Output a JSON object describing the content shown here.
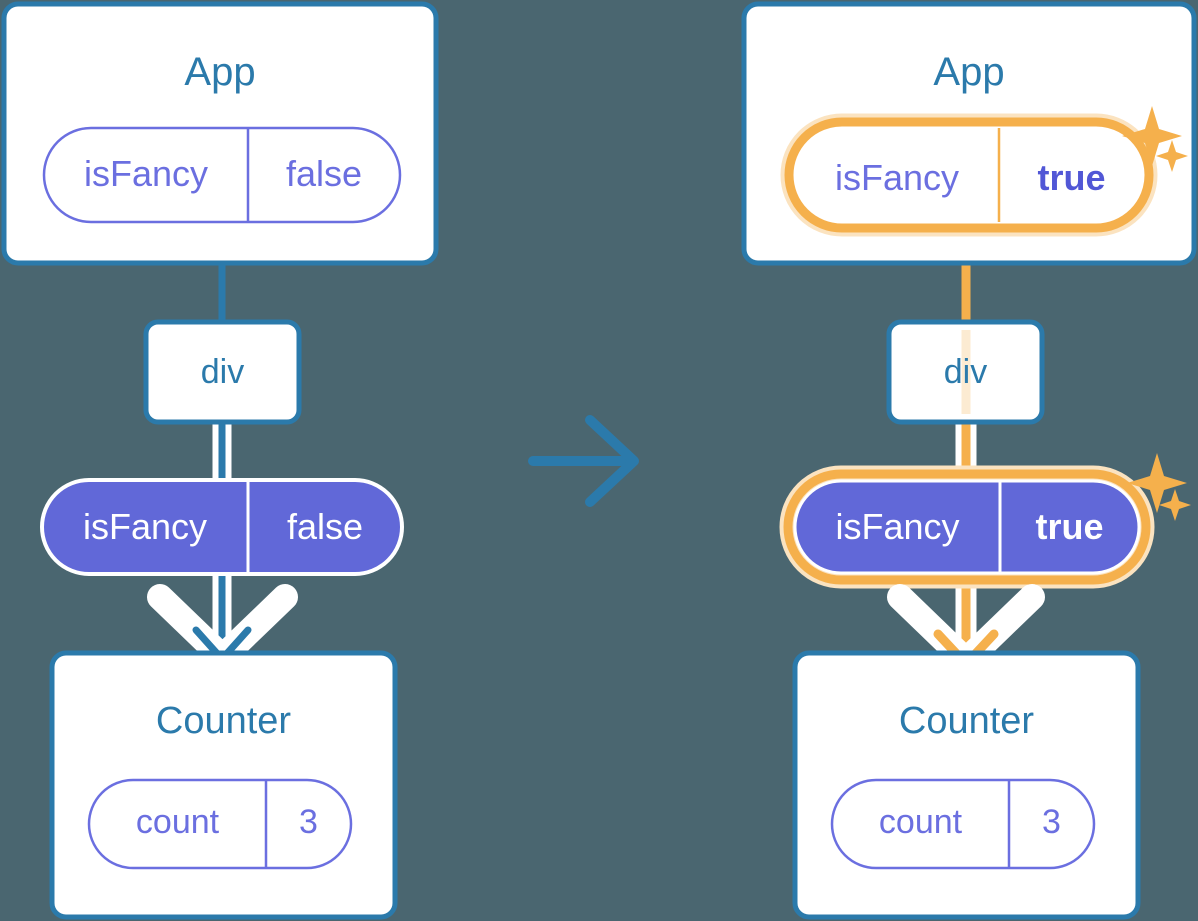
{
  "meta": {
    "title": "React state propagation diagram: isFancy false to true",
    "background_color": "#4A6670",
    "colors": {
      "card_border": "#2B7AAB",
      "card_fill": "#FFFFFF",
      "heading_text": "#2B7AAB",
      "purple_fill": "#6168D8",
      "purple_stroke": "#6168D8",
      "pale_purple_text": "#6B6FE0",
      "white_text": "#FFFFFF",
      "highlight_orange": "#F5B04C",
      "highlight_glow": "#FBE3C0",
      "highlight_pale_line": "#FCEBD2",
      "pale_blue_line": "#CBD9EC",
      "arrow_blue": "#2B7AAB",
      "arrow_white": "#FFFFFF"
    }
  },
  "transition_arrow": {
    "icon": "arrow-right-icon",
    "color": "#2B7AAB"
  },
  "panels": [
    {
      "id": "before",
      "side": "left",
      "highlighted": false,
      "app_card": {
        "title": "App",
        "state_pill": {
          "name": "isFancy",
          "value": "false",
          "style": "outline",
          "highlighted": false,
          "value_bold": false
        }
      },
      "div_node": {
        "label": "div"
      },
      "prop_pill": {
        "name": "isFancy",
        "value": "false",
        "style": "filled",
        "highlighted": false,
        "value_bold": false
      },
      "counter_card": {
        "title": "Counter",
        "state_pill": {
          "name": "count",
          "value": "3",
          "style": "outline"
        }
      },
      "sparkles": false
    },
    {
      "id": "after",
      "side": "right",
      "highlighted": true,
      "app_card": {
        "title": "App",
        "state_pill": {
          "name": "isFancy",
          "value": "true",
          "style": "outline",
          "highlighted": true,
          "value_bold": true
        }
      },
      "div_node": {
        "label": "div"
      },
      "prop_pill": {
        "name": "isFancy",
        "value": "true",
        "style": "filled",
        "highlighted": true,
        "value_bold": true
      },
      "counter_card": {
        "title": "Counter",
        "state_pill": {
          "name": "count",
          "value": "3",
          "style": "outline"
        }
      },
      "sparkles": true
    }
  ]
}
